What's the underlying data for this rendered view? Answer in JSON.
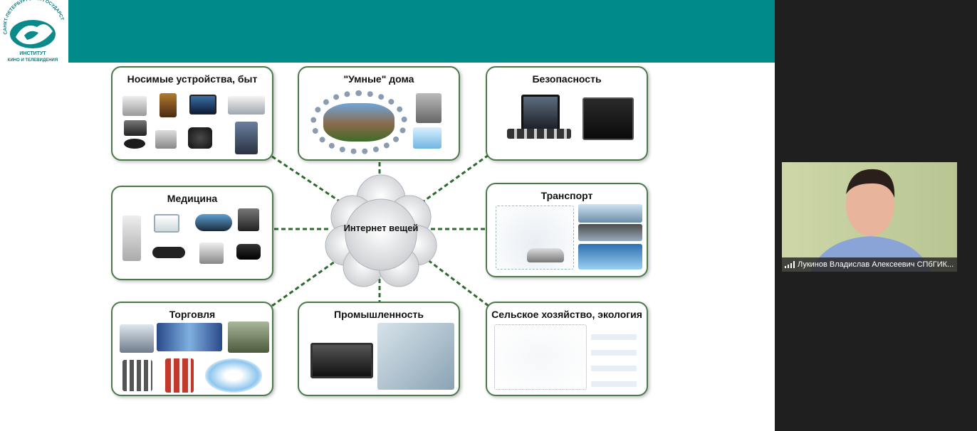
{
  "logo": {
    "arc_text": "САНКТ-ПЕТЕРБУРГСКИЙ ГОСУДАРСТВЕННЫЙ",
    "line1": "ИНСТИТУТ",
    "line2": "КИНО И ТЕЛЕВИДЕНИЯ"
  },
  "colors": {
    "header": "#008b8b",
    "card_border": "#4a7a4a",
    "connector": "#2e6b2e"
  },
  "center": {
    "label": "Интернет вещей"
  },
  "cards": [
    {
      "title": "Носимые устройства, быт"
    },
    {
      "title": "\"Умные\" дома"
    },
    {
      "title": "Безопасность"
    },
    {
      "title": "Медицина"
    },
    {
      "title": "Транспорт"
    },
    {
      "title": "Торговля"
    },
    {
      "title": "Промышленность"
    },
    {
      "title": "Сельское хозяйство, экология"
    }
  ],
  "video": {
    "participant_name": "Лукинов Владислав Алексеевич СПбГИК...",
    "icon": "signal-bars-icon"
  }
}
